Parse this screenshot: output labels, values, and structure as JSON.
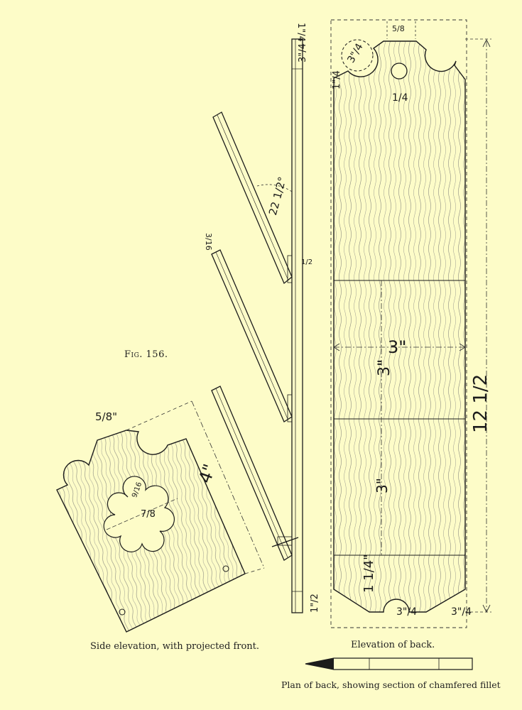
{
  "figure_label": "Fig. 156.",
  "captions": {
    "side_elevation": "Side elevation, with projected front.",
    "elevation_back": "Elevation of back.",
    "plan_back": "Plan of back, showing section of chamfered fillet"
  },
  "dimensions": {
    "quarter_top": "1\"/4",
    "three_quarter_left": "3\"/4",
    "three_quarter_hole": "3\"/4",
    "quarter_left": "1\"/4",
    "five_eighths_top": "5/8",
    "quarter_hole": "1/4",
    "angle": "22 1/2°",
    "three_sixteenths": "3/16",
    "half_small": "1/2",
    "three_horizontal": "3\"",
    "three_vertical_a": "3\"",
    "three_vertical_b": "3\"",
    "twelve_half": "12 1/2",
    "one_quarter_bottom": "1 1/4\"",
    "half_bottom": "1\"/2",
    "three_quarter_bottom_mid": "3\"/4",
    "three_quarter_bottom_right": "3\"/4",
    "five_eighths_front": "5/8\"",
    "four_front": "4\"",
    "nine_sixteenths": "9/16",
    "seven_eighths": "7/8"
  },
  "colors": {
    "paper": "#fdfcc8",
    "ink": "#1c1c1c"
  }
}
